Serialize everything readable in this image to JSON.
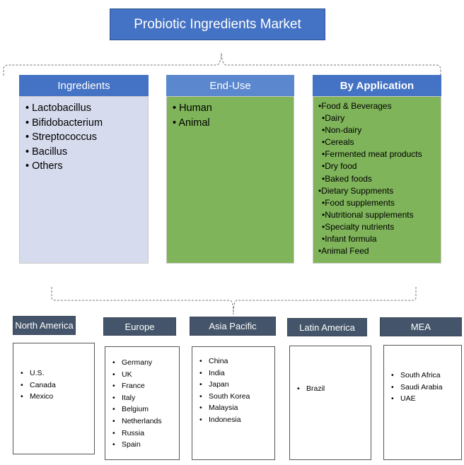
{
  "title": "Probiotic Ingredients Market",
  "segments": [
    {
      "label": "Ingredients",
      "items": [
        "Lactobacillus",
        "Bifidobacterium",
        "Streptococcus",
        "Bacillus",
        "Others"
      ]
    },
    {
      "label": "End-Use",
      "items": [
        "Human",
        "Animal"
      ]
    },
    {
      "label": "By Application",
      "items": [
        {
          "text": "Food & Beverages",
          "level": 0
        },
        {
          "text": "Dairy",
          "level": 1
        },
        {
          "text": "Non-dairy",
          "level": 1
        },
        {
          "text": "Cereals",
          "level": 1
        },
        {
          "text": "Fermented meat products",
          "level": 1
        },
        {
          "text": "Dry food",
          "level": 1
        },
        {
          "text": "Baked foods",
          "level": 1
        },
        {
          "text": "Dietary Suppments",
          "level": 0
        },
        {
          "text": "Food supplements",
          "level": 1
        },
        {
          "text": "Nutritional supplements",
          "level": 1
        },
        {
          "text": "Specialty nutrients",
          "level": 1
        },
        {
          "text": "Infant formula",
          "level": 1
        },
        {
          "text": "Animal Feed",
          "level": 0
        }
      ]
    }
  ],
  "regions": [
    {
      "label": "North America",
      "items": [
        "U.S.",
        "Canada",
        "Mexico"
      ]
    },
    {
      "label": "Europe",
      "items": [
        "Germany",
        "UK",
        "France",
        "Italy",
        "Belgium",
        "Netherlands",
        "Russia",
        "Spain"
      ]
    },
    {
      "label": "Asia Pacific",
      "items": [
        "China",
        "India",
        "Japan",
        "South Korea",
        "Malaysia",
        "Indonesia"
      ]
    },
    {
      "label": "Latin America",
      "items": [
        "Brazil"
      ]
    },
    {
      "label": "MEA",
      "items": [
        "South Africa",
        "Saudi Arabia",
        "UAE"
      ]
    }
  ]
}
